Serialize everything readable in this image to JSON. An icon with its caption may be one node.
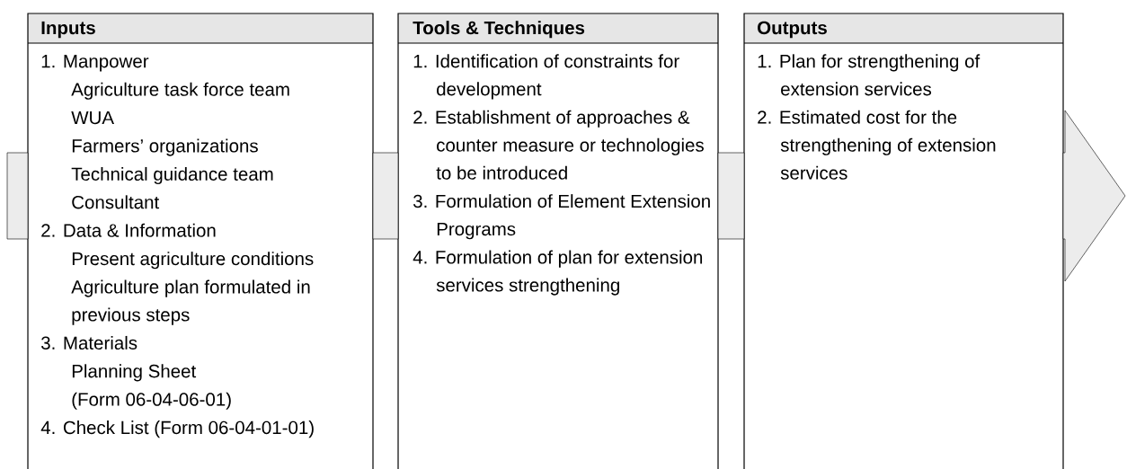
{
  "diagram": {
    "nodes": [
      {
        "text": [
          "Inputs",
          "1. Manpower",
          "Agriculture task force team",
          "WUA",
          "Farmers’ organizations",
          "Technical guidance team",
          "Consultant",
          "2. Data & Information",
          "Present agriculture conditions",
          "Agriculture plan formulated in previous steps",
          "3. Materials",
          "Planning Sheet",
          "(Form 06-04-06-01)",
          "4. Check List (Form 06-04-01-01)"
        ]
      },
      {
        "text": [
          "Tools & Techniques",
          "1. Identification of constraints for development",
          "2. Establishment of approaches & counter measure or technologies to be introduced",
          "3. Formulation of Element Extension Programs",
          "4. Formulation of plan for extension services strengthening"
        ]
      },
      {
        "text": [
          "Outputs",
          "1. Plan for strengthening of extension services",
          "2. Estimated cost for the strengthening of extension services"
        ]
      }
    ],
    "edges": [
      {
        "from": null,
        "to": 0,
        "arrow": "none"
      },
      {
        "from": 0,
        "to": 1,
        "arrow": "none"
      },
      {
        "from": 1,
        "to": 2,
        "arrow": "none"
      },
      {
        "from": 2,
        "to": null,
        "arrow": "to"
      }
    ]
  }
}
